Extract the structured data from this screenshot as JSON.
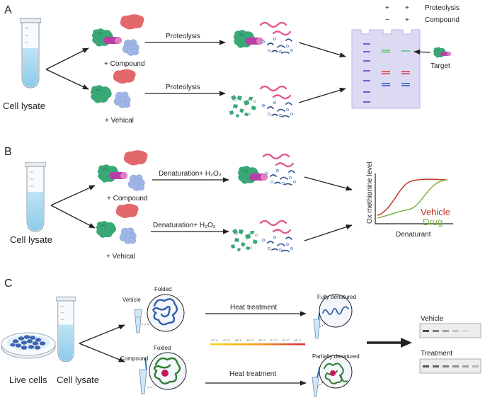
{
  "panels": [
    "A",
    "B",
    "C"
  ],
  "panel_a": {
    "sample": "Cell lysate",
    "compound_label": "+ Compound",
    "vehicle_label": "+ Vehical",
    "step_top": "Proteolysis",
    "step_bottom": "Proteolysis",
    "gel_header": {
      "row1": [
        "+",
        "+"
      ],
      "row1_label": "Proteolysis",
      "row2": [
        "−",
        "+"
      ],
      "row2_label": "Compound"
    },
    "target_label": "Target"
  },
  "panel_b": {
    "sample": "Cell lysate",
    "compound_label": "+ Compound",
    "vehicle_label": "+ Vehical",
    "step_top": "Denaturation+ H₂O₂",
    "step_bottom": "Denaturation+ H₂O₂",
    "chart": {
      "ylabel": "Ox methionine level",
      "xlabel": "Denaturant",
      "legend": [
        {
          "name": "Vehicle",
          "color": "#c0392b"
        },
        {
          "name": "Drug",
          "color": "#7cb342"
        }
      ]
    }
  },
  "panel_c": {
    "dish_label": "Live cells",
    "sample": "Cell lysate",
    "vehicle_label": "Vehicle",
    "compound_label": "Compound",
    "folded_top": "Folded",
    "folded_bottom": "Folded",
    "heat_top": "Heat treatment",
    "heat_bottom": "Heat treatment",
    "denat_top": "Fully denatured",
    "denat_bottom": "Partially denatured",
    "temps": [
      "37 °C",
      "41 °C",
      "45 °C",
      "49 °C",
      "53 °C",
      "57 °C",
      "61 °C",
      "65 °C"
    ],
    "blot_top": "Vehicle",
    "blot_bottom": "Treatment"
  },
  "colors": {
    "green_protein": "#3aa776",
    "red_protein": "#e2686b",
    "blue_protein": "#9fb6e6",
    "compound": "#b83fa6",
    "peptide_pink": "#e05a92",
    "peptide_blue": "#2b4f8a",
    "gel": "#dcd9f2"
  }
}
